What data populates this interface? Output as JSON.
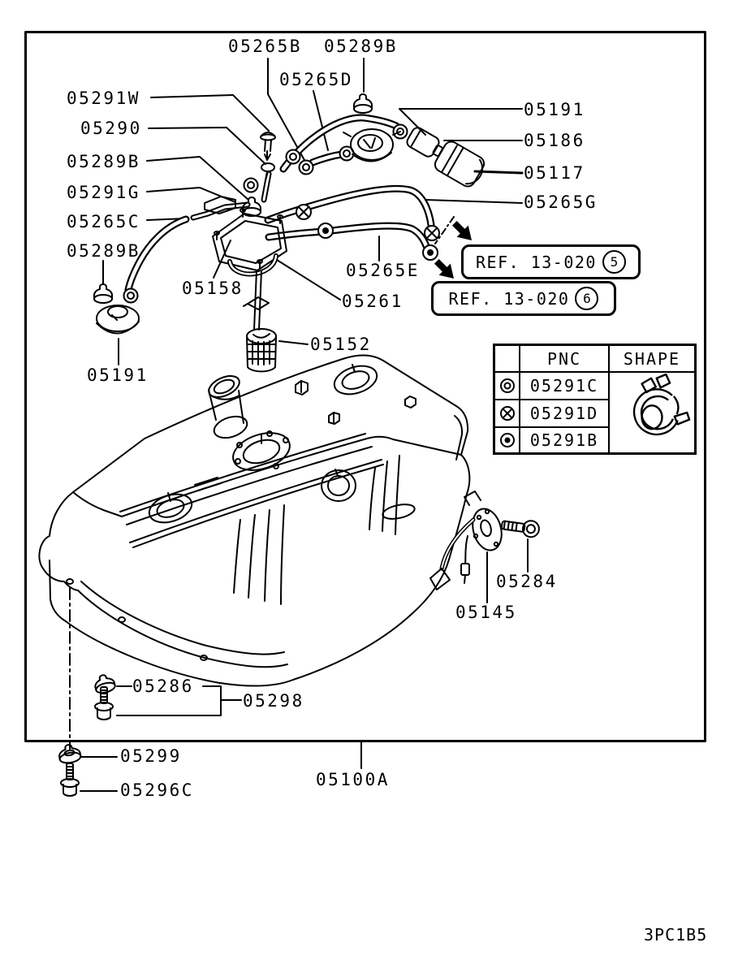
{
  "page": {
    "sheet_code": "3PC1B5"
  },
  "colors": {
    "ink": "#000000",
    "paper": "#ffffff"
  },
  "labels": {
    "p05265b": "05265B",
    "p05289b_top": "05289B",
    "p05265d": "05265D",
    "p05291w": "05291W",
    "p05290": "05290",
    "p05289b_a": "05289B",
    "p05291g": "05291G",
    "p05265c": "05265C",
    "p05289b_b": "05289B",
    "p05191_l": "05191",
    "p05158": "05158",
    "p05261": "05261",
    "p05265e": "05265E",
    "p05152": "05152",
    "p05191_r": "05191",
    "p05186": "05186",
    "p05117": "05117",
    "p05265g": "05265G",
    "p05284": "05284",
    "p05145": "05145",
    "p05286": "05286",
    "p05298": "05298",
    "p05299": "05299",
    "p05296c": "05296C",
    "p05100a": "05100A"
  },
  "ref_boxes": [
    {
      "label": "REF. 13-020",
      "number": "5"
    },
    {
      "label": "REF. 13-020",
      "number": "6"
    }
  ],
  "table": {
    "headers": {
      "symbol": "",
      "pnc": "PNC",
      "shape": "SHAPE"
    },
    "rows": [
      {
        "symbol": "double-circle",
        "pnc": "05291C"
      },
      {
        "symbol": "circle-x",
        "pnc": "05291D"
      },
      {
        "symbol": "circle-dot",
        "pnc": "05291B"
      }
    ],
    "shape_drawing": "hose-clamp"
  }
}
